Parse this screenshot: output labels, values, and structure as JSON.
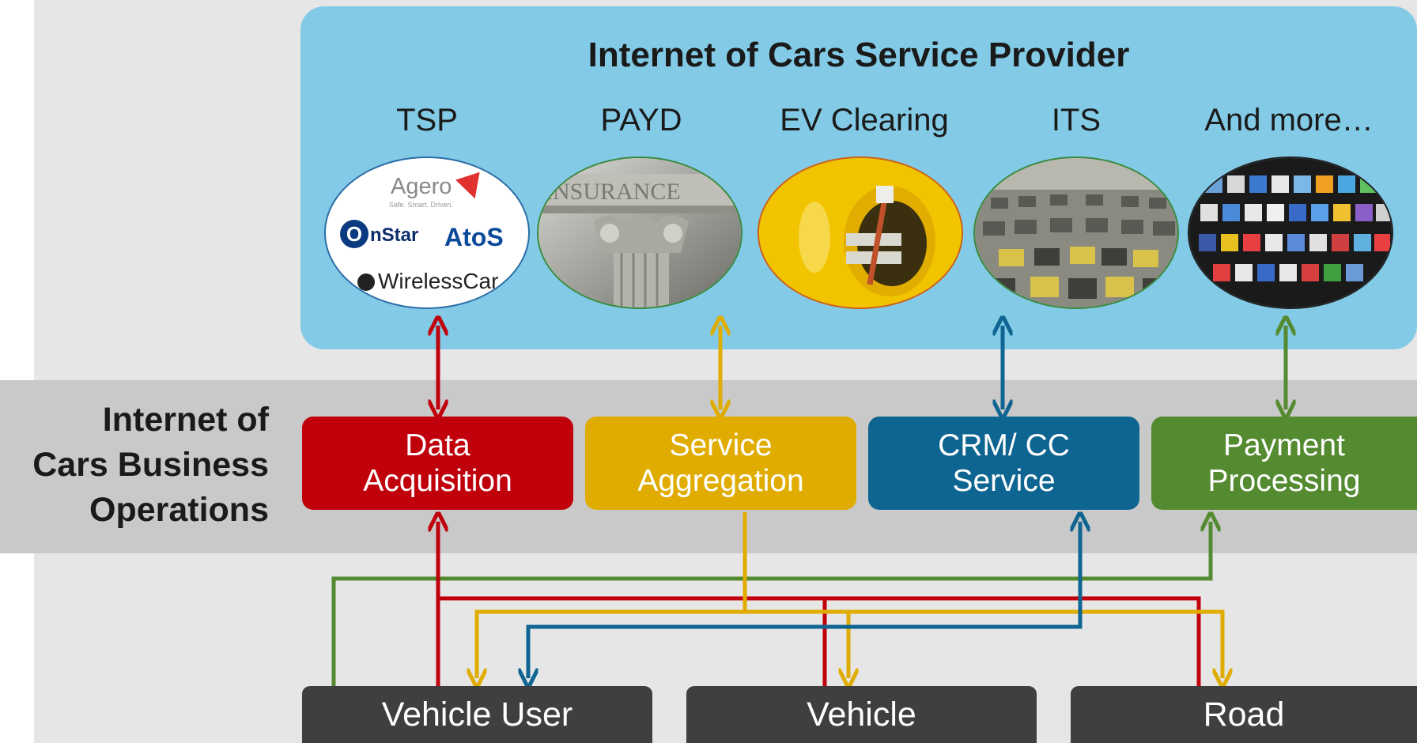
{
  "provider": {
    "title": "Internet of Cars Service Provider",
    "categories": [
      {
        "label": "TSP"
      },
      {
        "label": "PAYD"
      },
      {
        "label": "EV Clearing"
      },
      {
        "label": "ITS"
      },
      {
        "label": "And more…"
      }
    ],
    "tsp_logos": {
      "agero": "Agero",
      "agero_tagline": "Safe. Smart. Driven.",
      "onstar_initial": "O",
      "onstar": "nStar",
      "atos": "AtoS",
      "wirelesscar": "WirelessCar"
    },
    "payd_image_text": "INSURANCE"
  },
  "operations": {
    "label_lines": [
      "Internet of",
      "Cars Business",
      "Operations"
    ],
    "boxes": [
      {
        "line1": "Data",
        "line2": "Acquisition",
        "color": "#c0000b"
      },
      {
        "line1": "Service",
        "line2": "Aggregation",
        "color": "#e0ac00"
      },
      {
        "line1": "CRM/ CC",
        "line2": "Service",
        "color": "#0f6591"
      },
      {
        "line1": "Payment",
        "line2": "Processing",
        "color": "#548a30"
      }
    ]
  },
  "entities": [
    {
      "label": "Vehicle User"
    },
    {
      "label": "Vehicle"
    },
    {
      "label": "Road"
    }
  ],
  "colors": {
    "red": "#c0000b",
    "gold": "#e0ac00",
    "blue": "#0f6591",
    "green": "#548a30",
    "provider_bg": "#82cae6",
    "entity_bg": "#3f3f3f"
  }
}
